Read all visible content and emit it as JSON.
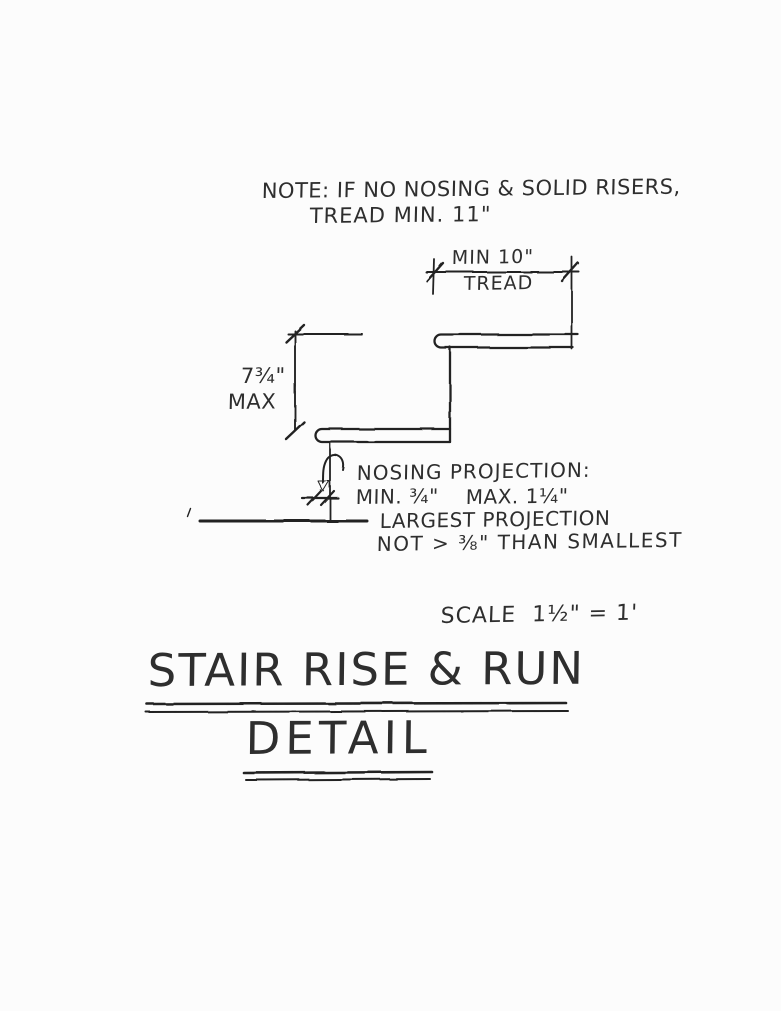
{
  "note": {
    "line1": "NOTE: IF NO NOSING & SOLID RISERS,",
    "line2": "TREAD MIN. 11\""
  },
  "tread_dim": {
    "label": "MIN 10\"",
    "sublabel": "TREAD"
  },
  "riser_dim": {
    "value": "7¾\"",
    "qualifier": "MAX"
  },
  "nosing": {
    "heading": "NOSING PROJECTION:",
    "min_label": "MIN. ¾\"",
    "max_label": "MAX. 1¼\"",
    "note1": "LARGEST PROJECTION",
    "note2": "NOT > ⅜\" THAN SMALLEST"
  },
  "scale": {
    "label": "SCALE  1½\" = 1'"
  },
  "title": {
    "line1": "STAIR RISE & RUN",
    "line2": "DETAIL"
  },
  "colors": {
    "ink": "#222222",
    "paper": "#fcfcfc"
  }
}
